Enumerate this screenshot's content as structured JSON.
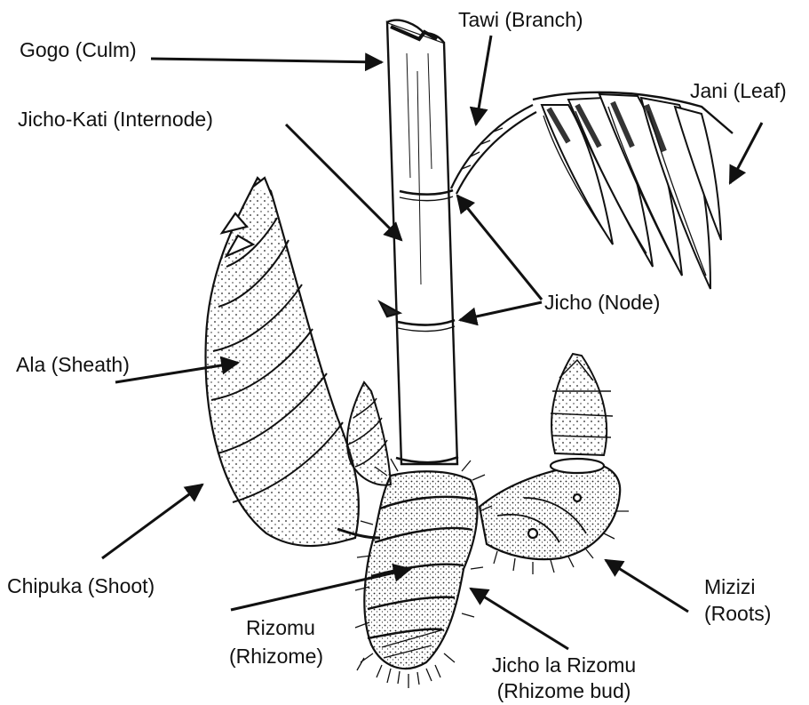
{
  "labels": {
    "gogo": "Gogo (Culm)",
    "tawi": "Tawi (Branch)",
    "jani": "Jani (Leaf)",
    "jicho_kati": "Jicho-Kati (Internode)",
    "jicho": "Jicho (Node)",
    "ala": "Ala (Sheath)",
    "chipuka": "Chipuka (Shoot)",
    "mizizi_line1": "Mizizi",
    "mizizi_line2": "(Roots)",
    "rizomu_line1": "Rizomu",
    "rizomu_line2": "(Rhizome)",
    "jicho_la_rizomu_line1": "Jicho la Rizomu",
    "jicho_la_rizomu_line2": "(Rhizome bud)"
  },
  "colors": {
    "ink": "#111111",
    "paper": "#ffffff"
  }
}
